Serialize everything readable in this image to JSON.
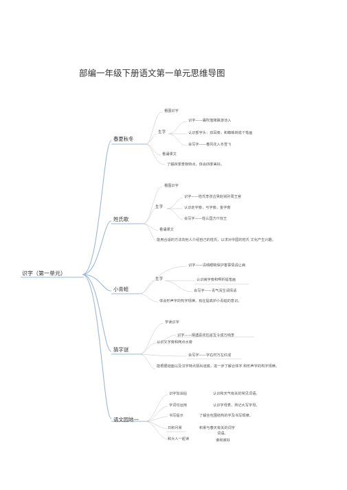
{
  "title": "部编一年级下册语文第一单元思维导图",
  "root": "识字（第一单元）",
  "branches": [
    {
      "label": "春夏秋冬",
      "items": {
        "a": "看图识字",
        "b": "识字——霜吹落降飘游池入",
        "c": "生字",
        "d": "认识部字头：双耳旁，和蜘蛛转成个笔画",
        "e": "会写字——春风花入冬雪飞",
        "f": "看诵课文",
        "g": "了解四季景物特点，体会四季美好。"
      }
    },
    {
      "label": "姓氏歌",
      "items": {
        "a": "看图识字",
        "b": "识字——姓氏李张古吴赵钱孙周王官",
        "c": "生字",
        "d": "认识走字旁，弓字旁，金字旁",
        "e": "会写字——姓么国方什双王",
        "f": "看诵课文",
        "g": "能用合适的方法向他人介绍自己的姓氏，以求对中国的姓氏 文化产生兴趣。"
      }
    },
    {
      "label": "小青蛙",
      "items": {
        "a": "识字——清晴眼睛保护害事情请让病",
        "b": "生字",
        "c": "认识病字旁和啊析提笔画",
        "d": "会写字——青气清生请情请",
        "e": "体会形声字的构字规律，有在提高护小青蛙的意识。"
      }
    },
    {
      "label": "猜字谜",
      "items": {
        "a": "学读识字",
        "b": "识字——相遇喜欢怕言互令成万纯李",
        "c": "认识又字旁和两点水旁",
        "d": "会写字——字右时万左红成",
        "e": "能根据谜面以及汉字特点猜出谜底，进一步了解合体字 和形声字的构字规律。"
      }
    },
    {
      "label": "语文园地一",
      "items": {
        "a": "识字加油站",
        "b": "认识和天气有关的常见词语。",
        "c": "字词句运用",
        "d": "认识字母表，熟记大写字母。",
        "e": "书写提示",
        "f": "了解全包围结构的字及书写规律。",
        "g": "日积月累",
        "h": "积累与春天有关的词字",
        "i": "词语。",
        "j": "和大人一起读",
        "k": "谁和谁好"
      }
    }
  ]
}
